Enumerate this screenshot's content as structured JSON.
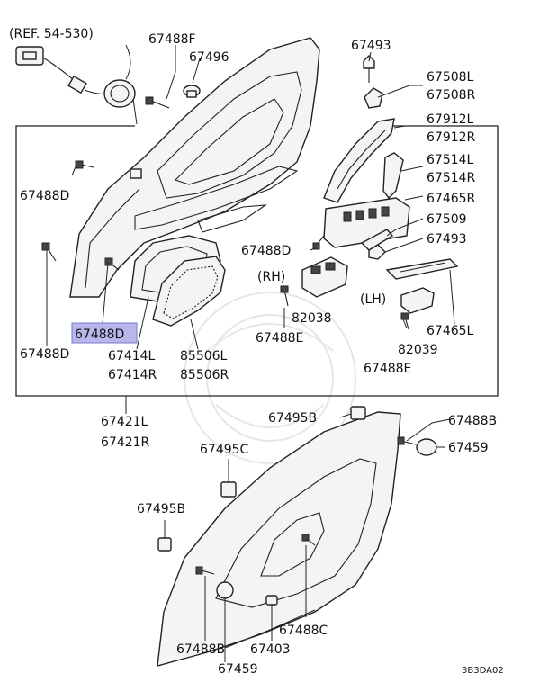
{
  "diagram": {
    "ref_label": "(REF. 54-530)",
    "variant_rh": "(RH)",
    "variant_lh": "(LH)",
    "drawing_code": "3B3DA02",
    "labels": {
      "p67488F": "67488F",
      "p67496": "67496",
      "p67493_top": "67493",
      "p67508L": "67508L",
      "p67508R": "67508R",
      "p67912L": "67912L",
      "p67912R": "67912R",
      "p67514L": "67514L",
      "p67514R": "67514R",
      "p67465R": "67465R",
      "p67509": "67509",
      "p67493_mid": "67493",
      "p67488D_left": "67488D",
      "p67488D_mid": "67488D",
      "p67488D_highlight": "67488D",
      "p67488D_bottom": "67488D",
      "p82038": "82038",
      "p67488E_rh": "67488E",
      "p82039": "82039",
      "p67465L": "67465L",
      "p67488E_lh": "67488E",
      "p67414L": "67414L",
      "p67414R": "67414R",
      "p85506L": "85506L",
      "p85506R": "85506R",
      "p67421L": "67421L",
      "p67421R": "67421R",
      "p67495B_top": "67495B",
      "p67488B_right": "67488B",
      "p67459_right": "67459",
      "p67495C": "67495C",
      "p67495B_left": "67495B",
      "p67488B_bottom": "67488B",
      "p67403": "67403",
      "p67488C": "67488C",
      "p67459_bottom": "67459"
    }
  }
}
